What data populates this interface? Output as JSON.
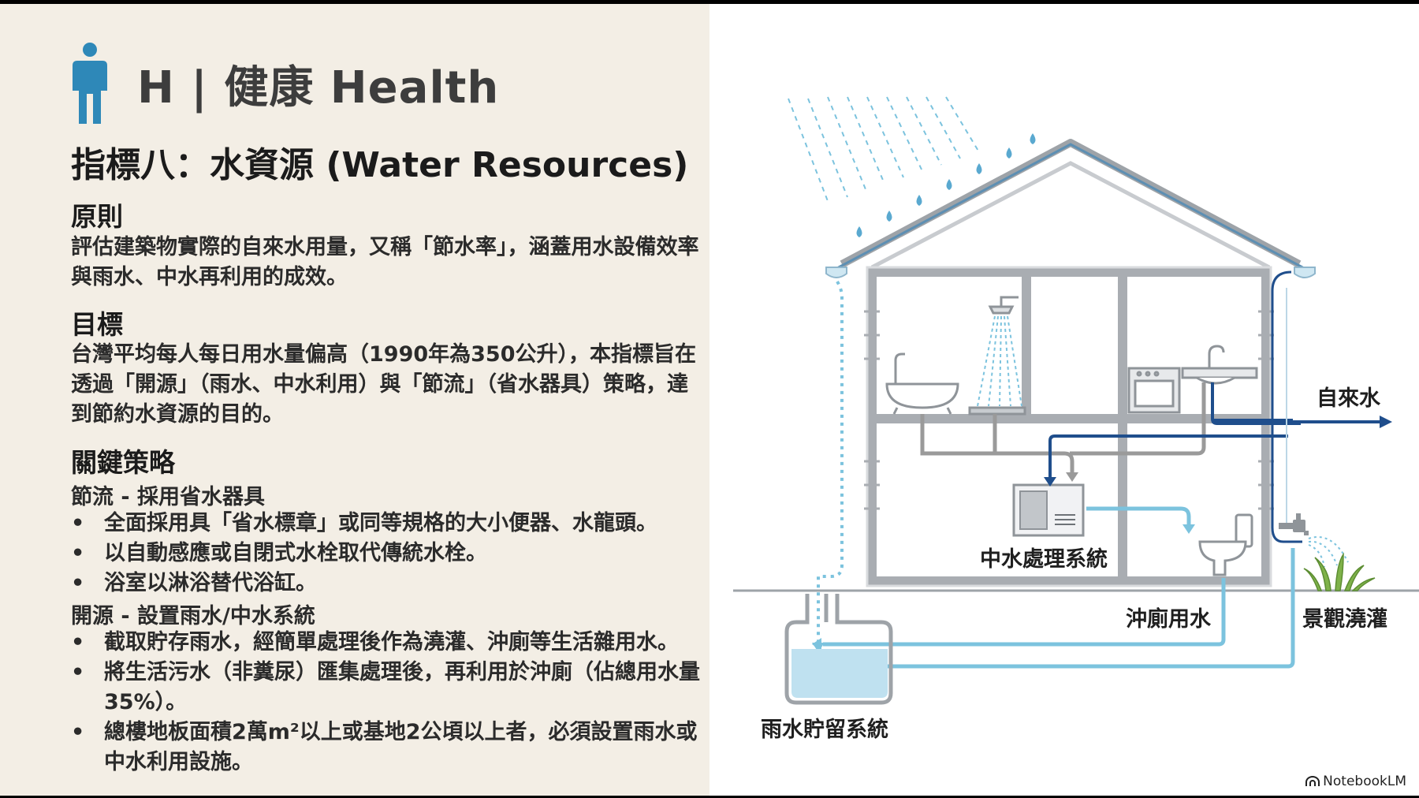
{
  "header": {
    "section_title": "H | 健康 Health",
    "indicator_title": "指標八：水資源 (Water Resources)"
  },
  "principle": {
    "heading": "原則",
    "text": "評估建築物實際的自來水用量，又稱「節水率」，涵蓋用水設備效率與雨水、中水再利用的成效。"
  },
  "goal": {
    "heading": "目標",
    "text": "台灣平均每人每日用水量偏高（1990年為350公升），本指標旨在透過「開源」（雨水、中水利用）與「節流」（省水器具）策略，達到節約水資源的目的。"
  },
  "strategy": {
    "heading": "關鍵策略",
    "groups": [
      {
        "title": "節流 - 採用省水器具",
        "items": [
          "全面採用具「省水標章」或同等規格的大小便器、水龍頭。",
          "以自動感應或自閉式水栓取代傳統水栓。",
          "浴室以淋浴替代浴缸。"
        ]
      },
      {
        "title": "開源 - 設置雨水/中水系統",
        "items": [
          "截取貯存雨水，經簡單處理後作為澆灌、沖廁等生活雜用水。",
          "將生活污水（非糞尿）匯集處理後，再利用於沖廁（佔總用水量35%）。",
          "總樓地板面積2萬m²以上或基地2公頃以上者，必須設置雨水或中水利用設施。"
        ]
      }
    ]
  },
  "diagram": {
    "labels": {
      "tap_water": "自來水",
      "greywater_system": "中水處理系統",
      "toilet_flush": "沖廁用水",
      "landscape_irrigation": "景觀澆灌",
      "rainwater_storage": "雨水貯留系統"
    },
    "colors": {
      "tap_water": "#1f4e8c",
      "rain_water": "#7cc3de",
      "grey_water": "#9a9a9a",
      "house_outline": "#a9adb2"
    }
  },
  "branding": {
    "name": "NotebookLM"
  }
}
